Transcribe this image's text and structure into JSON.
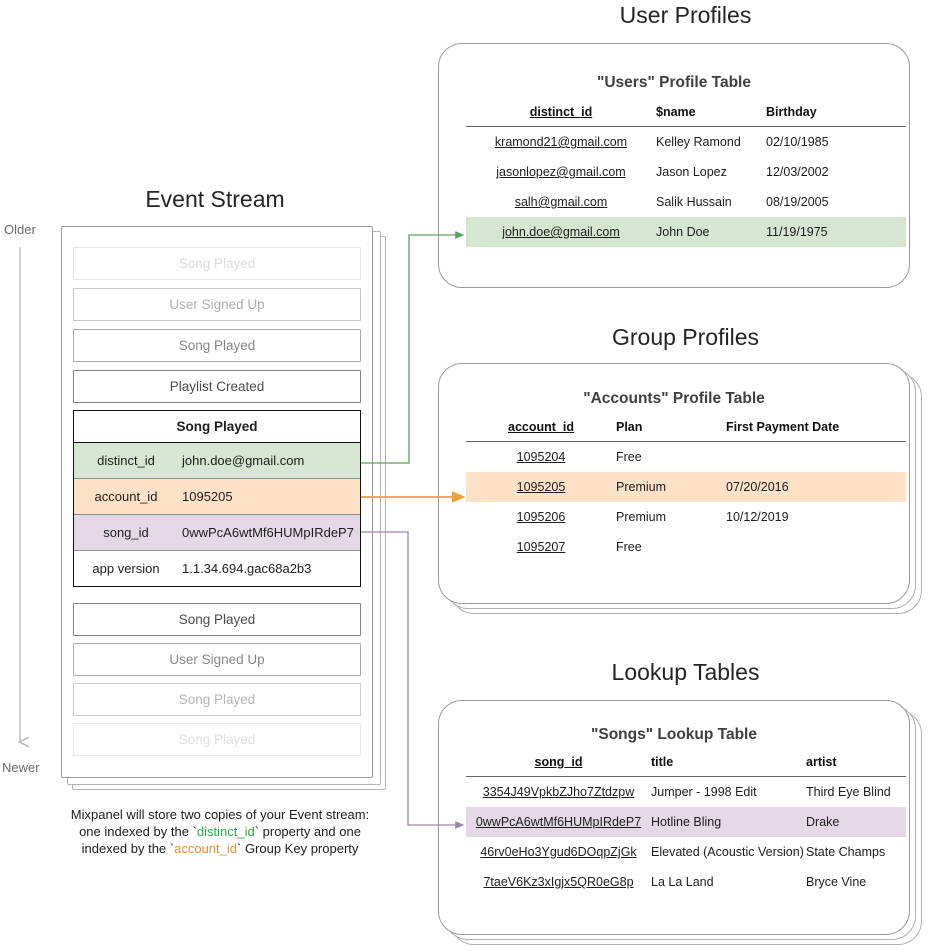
{
  "colors": {
    "green": "#d7e6d2",
    "orange": "#fde2c7",
    "purple": "#e4d8e7",
    "green_arrow": "#5aa25e",
    "orange_arrow": "#e8a33d",
    "purple_arrow": "#9c86a8",
    "axis_gray": "#b0b0b0"
  },
  "event_stream": {
    "title": "Event Stream",
    "axis": {
      "older": "Older",
      "newer": "Newer"
    },
    "events_before": [
      {
        "label": "Song Played",
        "opacity": 0.18
      },
      {
        "label": "User Signed Up",
        "opacity": 0.42
      },
      {
        "label": "Song Played",
        "opacity": 0.62
      },
      {
        "label": "Playlist Created",
        "opacity": 0.92
      }
    ],
    "focus_event": {
      "name": "Song Played",
      "properties": [
        {
          "key": "distinct_id",
          "value": "john.doe@gmail.com",
          "highlight": "green"
        },
        {
          "key": "account_id",
          "value": "1095205",
          "highlight": "orange"
        },
        {
          "key": "song_id",
          "value": "0wwPcA6wtMf6HUMpIRdeP7",
          "highlight": "purple"
        },
        {
          "key": "app version",
          "value": "1.1.34.694.gac68a2b3",
          "highlight": "none"
        }
      ]
    },
    "events_after": [
      {
        "label": "Song Played",
        "opacity": 0.92
      },
      {
        "label": "User Signed Up",
        "opacity": 0.62
      },
      {
        "label": "Song Played",
        "opacity": 0.38
      },
      {
        "label": "Song Played",
        "opacity": 0.16
      }
    ],
    "caption": {
      "line1": "Mixpanel will store two copies of your Event stream:",
      "line2_pre": "one indexed by the `",
      "line2_token": "distinct_id",
      "line2_post": "` property and one",
      "line3_pre": "indexed by the `",
      "line3_token": "account_id",
      "line3_post": "` Group Key property"
    }
  },
  "user_profiles": {
    "section_title": "User Profiles",
    "table_title": "\"Users\" Profile Table",
    "columns": [
      "distinct_id",
      "$name",
      "Birthday"
    ],
    "rows": [
      {
        "cells": [
          "kramond21@gmail.com",
          "Kelley Ramond",
          "02/10/1985"
        ],
        "highlight": "none"
      },
      {
        "cells": [
          "jasonlopez@gmail.com",
          "Jason Lopez",
          "12/03/2002"
        ],
        "highlight": "none"
      },
      {
        "cells": [
          "salh@gmail.com",
          "Salik Hussain",
          "08/19/2005"
        ],
        "highlight": "none"
      },
      {
        "cells": [
          "john.doe@gmail.com",
          "John Doe",
          "11/19/1975"
        ],
        "highlight": "green"
      }
    ]
  },
  "group_profiles": {
    "section_title": "Group Profiles",
    "table_title": "\"Accounts\" Profile Table",
    "columns": [
      "account_id",
      "Plan",
      "First Payment Date"
    ],
    "rows": [
      {
        "cells": [
          "1095204",
          "Free",
          ""
        ],
        "highlight": "none"
      },
      {
        "cells": [
          "1095205",
          "Premium",
          "07/20/2016"
        ],
        "highlight": "orange"
      },
      {
        "cells": [
          "1095206",
          "Premium",
          "10/12/2019"
        ],
        "highlight": "none"
      },
      {
        "cells": [
          "1095207",
          "Free",
          ""
        ],
        "highlight": "none"
      }
    ]
  },
  "lookup_tables": {
    "section_title": "Lookup Tables",
    "table_title": "\"Songs\" Lookup Table",
    "columns": [
      "song_id",
      "title",
      "artist"
    ],
    "rows": [
      {
        "cells": [
          "3354J49VpkbZJho7Ztdzpw",
          "Jumper - 1998 Edit",
          "Third Eye Blind"
        ],
        "highlight": "none"
      },
      {
        "cells": [
          "0wwPcA6wtMf6HUMpIRdeP7",
          "Hotline Bling",
          "Drake"
        ],
        "highlight": "purple"
      },
      {
        "cells": [
          "46rv0eHo3Ygud6DOqpZjGk",
          "Elevated (Acoustic Version)",
          "State Champs"
        ],
        "highlight": "none"
      },
      {
        "cells": [
          "7taeV6Kz3xIgjx5QR0eG8p",
          "La La Land",
          "Bryce Vine"
        ],
        "highlight": "none"
      }
    ]
  }
}
